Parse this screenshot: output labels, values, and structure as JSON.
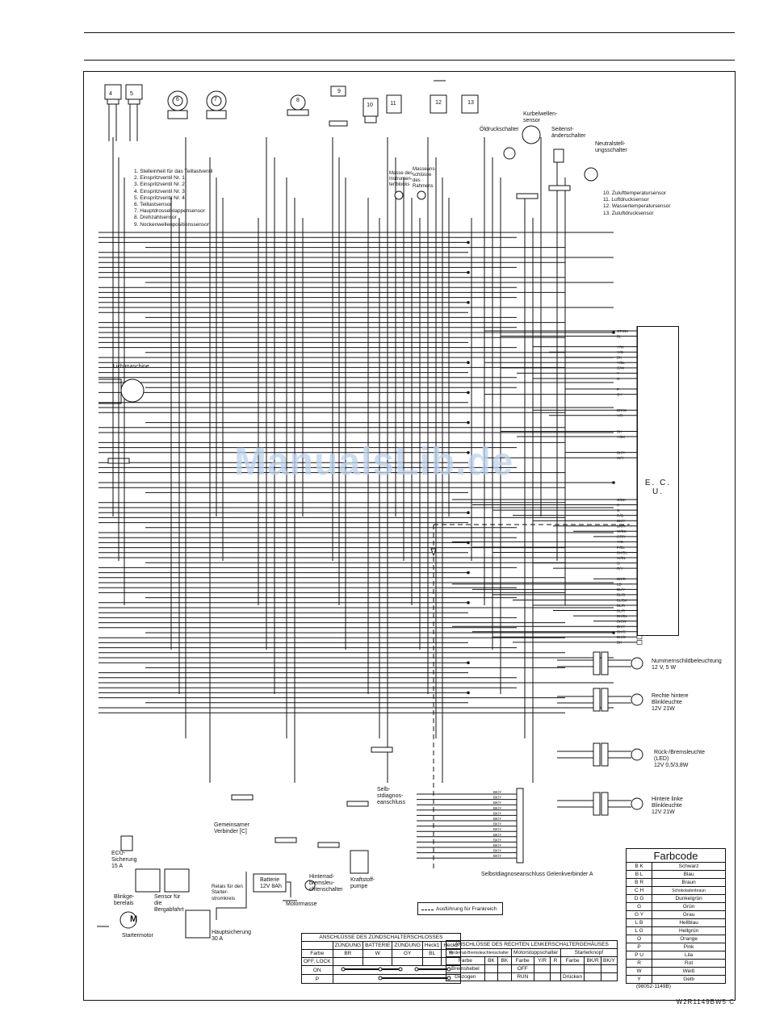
{
  "components": {
    "n4": "4",
    "n5": "5",
    "n6": "6",
    "n7": "7",
    "n8": "8",
    "n9": "9",
    "n10": "10",
    "n11": "11",
    "n12": "12",
    "n13": "13"
  },
  "legend_left": [
    "1.    Stelleinheit für das Teillastventil",
    "2.    Einspritzventil Nr. 1",
    "3.    Einspritzventil Nr. 2",
    "4.    Einspritzventil Nr. 3",
    "5.    Einspritzventil Nr. 4",
    "6.    Teillastsensor",
    "7.    Hauptdrosselklappensensor",
    "8.    Drehzahlsensor",
    "9.    Nockenwellenpositionssensor"
  ],
  "legend_right": [
    "10.   Zulufttemperatursensor",
    "11.   Luftdrucksensor",
    "12.   Wassertemperatursensor",
    "13.   Zuluftdrucksensor"
  ],
  "labels": {
    "oil_switch": "Öldruckschalter",
    "crank_sensor": "Kurbelwellen-\nsensor",
    "side_stand": "Seitenst-\nänderschalter",
    "neutral": "Neutralstell-\nungsschalter",
    "ground_instr": "Masse des\nInstrumen-\ntenblocks",
    "ground_frame": "Masseans-\nschlüsse\ndes\nRahmens",
    "alternator": "Lichtmaschine",
    "ecu": "E. C. U.",
    "plate_light": "Nummernschildbeleuchtung\n12 V, 5 W",
    "rear_right": "Rechte hintere\nBlinkleuchte\n12V 21W",
    "brake_light": "Rück-/Bremsleuchte\n(LED)\n12V 0,5/3,8W",
    "rear_left": "Hintere linke\nBlinkleuchte\n12V 21W",
    "self_diag": "Selb-\nstdiagnos-\neanschluss",
    "joint_c": "Gemeinsamer\nVerbinder [C]",
    "ecu_fuse": "ECU-\nSicherung\n15 A",
    "blinker_relay": "Blinkge-\nberelais",
    "tilt_sensor": "Sensor für\ndie\nBergabfahrt",
    "starter_relay": "Relais für den\nStarter-\nstromkreis",
    "battery": "Batterie\n12V 8Ah",
    "rear_brake_sw": "Hinterrad-\nbremsleu-\nchtenschalter",
    "fuel_pump": "Kraftstoff-\npumpe",
    "joint_a": "Selbstdiagnoseanschluss Gelenkverbinder A",
    "main_fuse": "Hauptsicherung\n30 A",
    "starter_motor": "Startermotor",
    "engine_ground": "Motormasse",
    "france": "Ausführung für Frankreich",
    "watermark": "ManualsLib.de",
    "motor_symbol": "M"
  },
  "ecu_pins_top": [
    "GR/BK",
    "BL",
    "",
    "Y/W",
    "Y/G",
    "BK",
    "Y/BL",
    "G/W",
    "Y",
    "O",
    "",
    "P",
    "GY",
    "",
    "",
    "BR/W",
    "Y/R",
    "",
    "",
    "BK",
    "Y/BK",
    "",
    "",
    "BK/Y",
    "W/Y"
  ],
  "ecu_pins_bottom": [
    "G/BK",
    "R",
    "O",
    "R/G",
    "BK/Y",
    "BK/R",
    "W/BK",
    "GR/Y",
    "Y/G",
    "P/BL",
    "BK/BL",
    "W/BL",
    "G",
    "R/Y",
    "",
    "BR/R",
    "LB",
    "BL/Y",
    "BL/G",
    "BL/BK",
    "BL/R",
    "BL/R",
    "BK/BL",
    "BK/W",
    "BK/Y",
    "BK/G",
    "BK/O",
    "BK"
  ],
  "farbcode": {
    "title": "Farbcode",
    "rows": [
      [
        "B K",
        "Schwarz"
      ],
      [
        "B L",
        "Blau"
      ],
      [
        "B R",
        "Braun"
      ],
      [
        "C H",
        "Schokoladenbraun"
      ],
      [
        "D G",
        "Dunkelgrün"
      ],
      [
        "G",
        "Grün"
      ],
      [
        "G Y",
        "Grau"
      ],
      [
        "L B",
        "Hellblau"
      ],
      [
        "L G",
        "Hellgrün"
      ],
      [
        "O",
        "Orange"
      ],
      [
        "P",
        "Pink"
      ],
      [
        "P U",
        "Lila"
      ],
      [
        "R",
        "Rot"
      ],
      [
        "W",
        "Weiß"
      ],
      [
        "Y",
        "Gelb"
      ]
    ]
  },
  "ignition_table": {
    "title": "ANSCHLÜSSE DES ZÜNDSCHALTERSCHLOSSES",
    "header": [
      "",
      "ZÜNDUNG",
      "BATTERIE",
      "ZÜNDUNG",
      "Heck1",
      "Heck2"
    ],
    "row_color": [
      "Farbe",
      "BR",
      "W",
      "GY",
      "BL",
      "R"
    ],
    "row_on": "ON",
    "row_off": "OFF, LOCK",
    "row_p": "P"
  },
  "handlebar_table": {
    "title": "ANSCHLÜSSE DES RECHTEN LENKERSCHALTERGEHÄUSES",
    "groups": [
      "Vorderrad-Bremsleuchtenschalter",
      "Motorstoppschalter",
      "Starterknopf"
    ],
    "header": [
      "Farbe",
      "BK",
      "BK",
      "Farbe",
      "Y/R",
      "R",
      "Farbe",
      "BK/R",
      "BK/Y"
    ],
    "rows": [
      [
        "Bremshebel",
        "",
        "",
        "OFF",
        "",
        "",
        "",
        "",
        ""
      ],
      [
        "Gezogen",
        "",
        "",
        "RUN",
        "",
        "",
        "Drücken",
        "",
        ""
      ]
    ]
  },
  "codes": {
    "sub": "(98052-1149B)",
    "main": "W2R1149BW5  C"
  }
}
